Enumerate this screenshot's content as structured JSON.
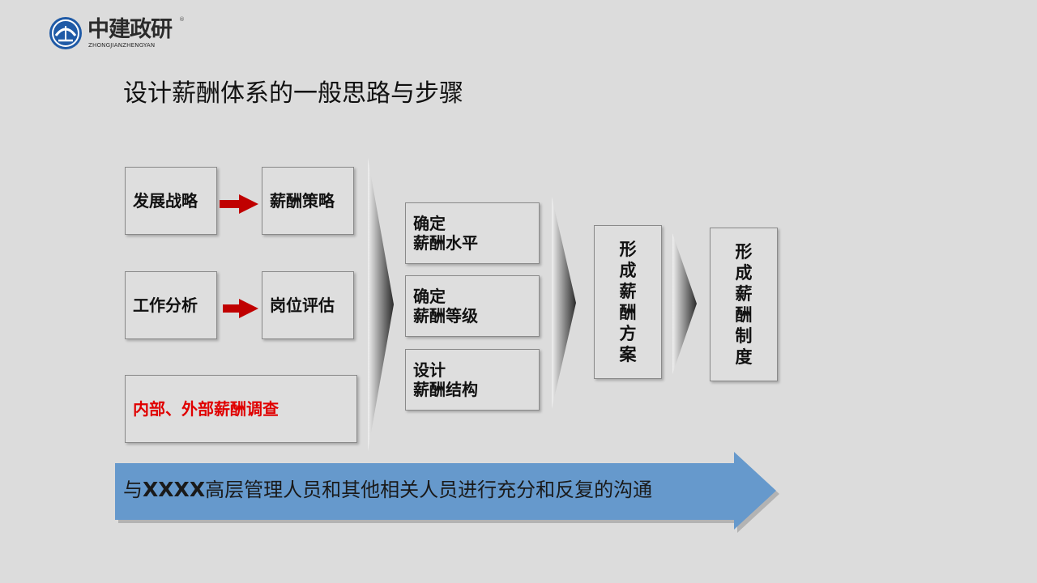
{
  "logo": {
    "name": "中建政研",
    "pinyin": "ZHONGJIANZHENGYAN",
    "registered_mark": "®"
  },
  "title": "设计薪酬体系的一般思路与步骤",
  "inputs": {
    "strategy": "发展战略",
    "pay_strategy": "薪酬策略",
    "job_analysis": "工作分析",
    "job_evaluation": "岗位评估",
    "survey": "内部、外部薪酬调查"
  },
  "steps": {
    "level": "确定\n薪酬水平",
    "grade": "确定\n薪酬等级",
    "structure": "设计\n薪酬结构"
  },
  "outputs": {
    "plan": "形成薪酬方案",
    "system": "形成薪酬制度"
  },
  "communication": {
    "prefix": "与",
    "company": "XXXX",
    "rest": "高层管理人员和其他相关人员进行充分和反复的沟通"
  },
  "colors": {
    "background": "#dcdcdc",
    "arrow_red": "#c00000",
    "survey_text": "#e00000",
    "comm_arrow": "#6699cc",
    "logo_blue": "#1f5aa6"
  }
}
